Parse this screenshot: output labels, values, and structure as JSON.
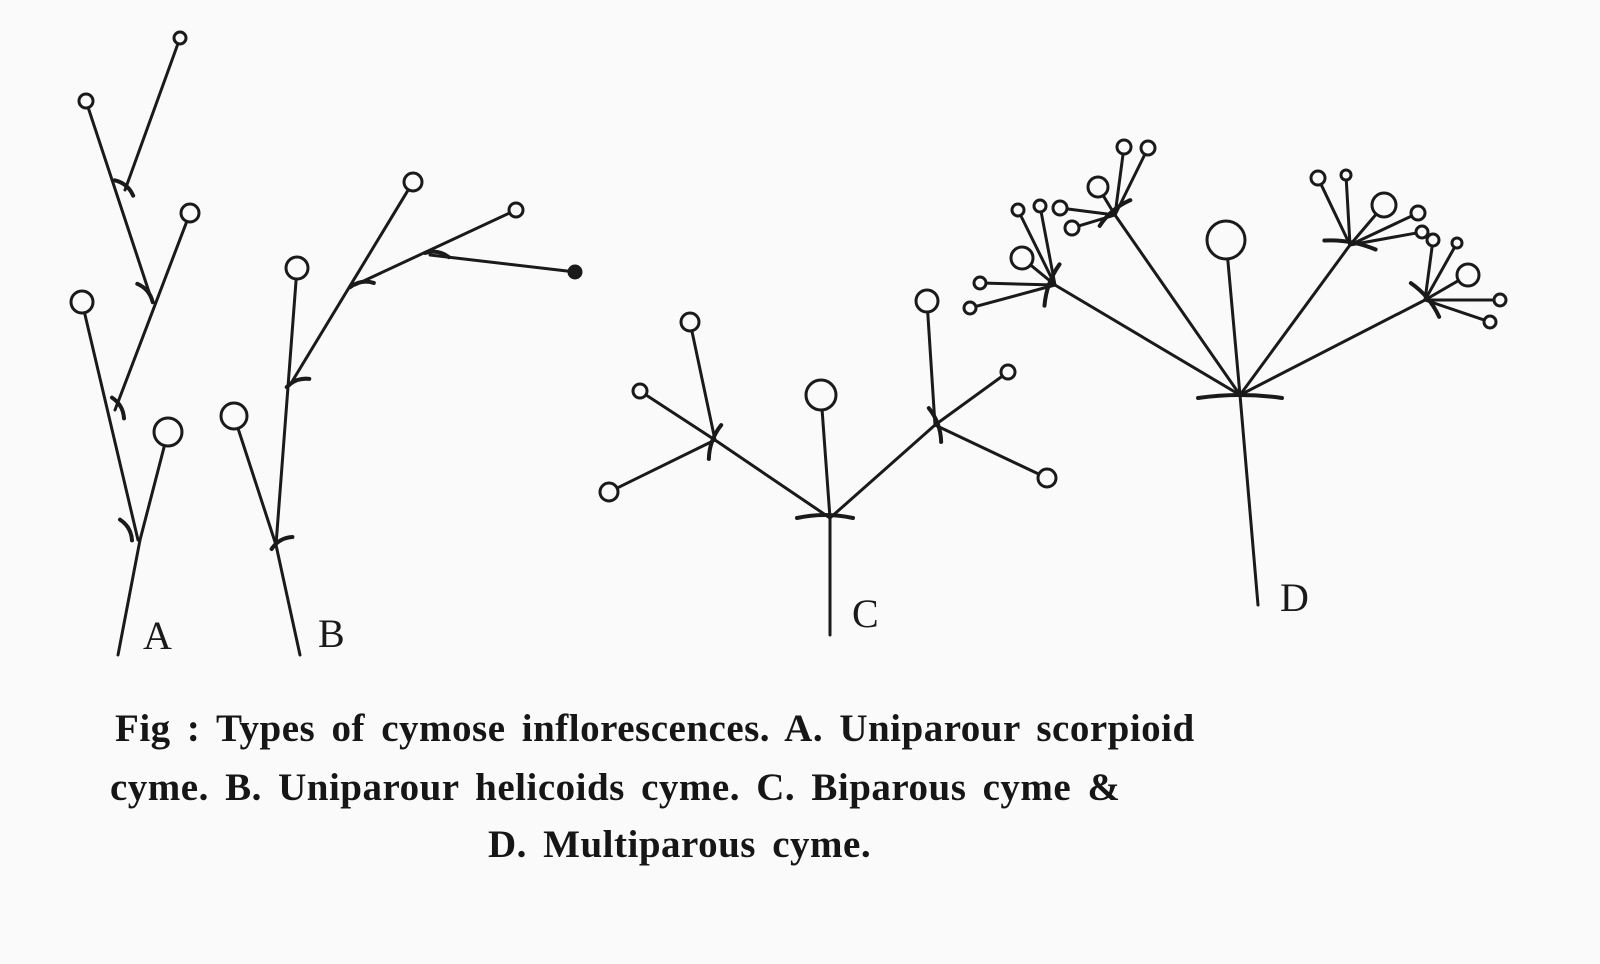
{
  "figure": {
    "panel_labels": [
      "A",
      "B",
      "C",
      "D"
    ],
    "caption": {
      "line1": "Fig : Types of cymose inflorescences. A. Uniparour scorpioid",
      "line2": "cyme. B. Uniparour helicoids cyme. C. Biparous cyme &",
      "line3": "D. Multiparous cyme."
    },
    "ink_color": "#1a1a1a"
  }
}
